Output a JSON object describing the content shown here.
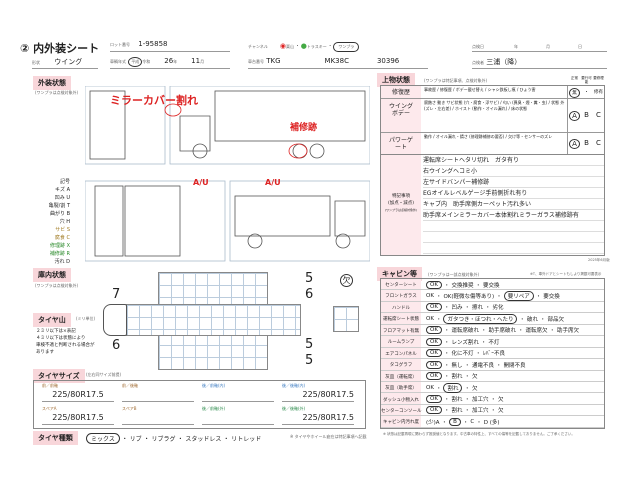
{
  "header": {
    "title": "② 内外装シート",
    "lot_label": "ロット番号",
    "lot": "1-95858",
    "type_label": "形状",
    "type": "ウイング",
    "year_label": "車輌年式",
    "era_heisei": "平成",
    "era_reiwa": "令和",
    "year": "26",
    "year_unit": "年",
    "month": "11",
    "month_unit": "月",
    "channel_label": "チャンネル",
    "channels": [
      "栗山",
      "トラスキー",
      "ワンプラ"
    ],
    "channel_selected": "ワンプラ",
    "model_label": "車台番号",
    "model_prefix": "TKG",
    "model": "MK38C",
    "serial": "30396",
    "date_label": "点検日",
    "date_y": "年",
    "date_m": "月",
    "date_d": "日",
    "inspector_label": "点検者",
    "inspector": "三浦（降）"
  },
  "exterior": {
    "tag": "外装状態",
    "note": "(ワンプラは点検対象外)",
    "annotations": [
      "ミラーカバー割れ",
      "補修跡",
      "A/U",
      "A/U"
    ],
    "legend_title": "記号",
    "legend": [
      {
        "k": "キズ",
        "v": "A",
        "c": "#222"
      },
      {
        "k": "凹み",
        "v": "U",
        "c": "#222"
      },
      {
        "k": "亀裂/割",
        "v": "T",
        "c": "#222"
      },
      {
        "k": "曲がり",
        "v": "B",
        "c": "#222"
      },
      {
        "k": "穴",
        "v": "H",
        "c": "#222"
      },
      {
        "k": "サビ",
        "v": "S",
        "c": "#a07a20"
      },
      {
        "k": "腐食",
        "v": "C",
        "c": "#a07a20"
      },
      {
        "k": "修理跡",
        "v": "X",
        "c": "#2a8a2a"
      },
      {
        "k": "補修跡",
        "v": "R",
        "c": "#2a8a2a"
      },
      {
        "k": "汚れ",
        "v": "D",
        "c": "#222"
      }
    ]
  },
  "interior": {
    "tag": "庫内状態",
    "note": "(ワンプラは点検対象外)"
  },
  "tread": {
    "tag": "タイヤ山",
    "unit": "(ミリ単位)",
    "note1": "２ミリ以下は×表記",
    "note2": "４ミリ以下は状態により",
    "note3": "車検不適と判断される場合が",
    "note4": "あります",
    "values": [
      "7",
      "6",
      "5",
      "6",
      "5",
      "5"
    ],
    "missing": "欠"
  },
  "tire_size": {
    "tag": "タイヤサイズ",
    "note": "(左右同サイズ前提)",
    "cells": [
      {
        "label": "前／前軸",
        "value": "225/80R17.5"
      },
      {
        "label": "前／後軸",
        "value": ""
      },
      {
        "label": "後／前軸(内)",
        "value": ""
      },
      {
        "label": "後／後軸(内)",
        "value": "225/80R17.5"
      },
      {
        "label": "スペアA",
        "value": "225/80R17.5"
      },
      {
        "label": "スペアB",
        "value": ""
      },
      {
        "label": "後／前軸(外)",
        "value": ""
      },
      {
        "label": "後／後軸(外)",
        "value": "225/80R17.5"
      }
    ]
  },
  "tire_type": {
    "tag": "タイヤ種類",
    "options": [
      "ミックス",
      "リブ",
      "リブラグ",
      "スタッドレス",
      "リトレッド"
    ],
    "selected": "ミックス",
    "note": "※ タイヤやホイール疵在は特記事項へ記載"
  },
  "upper": {
    "tag": "上物状態",
    "note": "(ワンプラは特記事項、点検対象外)",
    "cols": [
      "正常",
      "要行可能",
      "要修理"
    ],
    "rows": [
      {
        "label": "修復歴",
        "desc": "事故歴 / 修復歴 / ボデー載せ替え / シャシ鉄板し痕 / ひょう害",
        "choices": [
          "無",
          "・",
          "修有"
        ],
        "selected": 0
      },
      {
        "label": "ウイングボデー",
        "desc": "腐蝕さ 動き サビ状態 (穴・腐食・浮サビ) / 匂い (異臭・煙・糞・虫) / 状態 外(ズレ・左右差) / ホイスト (動作・オイル漏れ) / 床の状態",
        "choices": [
          "A",
          "B",
          "C"
        ],
        "selected": 0
      },
      {
        "label": "パワーゲート",
        "desc": "動作 / オイル漏れ・錆さ (修理跡補修の要否) / 欠け等・センサーのズレ",
        "choices": [
          "A",
          "B",
          "C"
        ],
        "selected": 0
      }
    ],
    "special_label": "特記事項",
    "special_sub": "(加点・減点)",
    "special_note": "(ワンプラは点検対象外)",
    "special": [
      "運転席シートヘタリ切れ　ガタ有り",
      "右ウイングヘコミ小",
      "左サイドバンパー補修跡",
      "EGオイルレベルゲージ手前側折れ有り",
      "キャブ内　助手席側カーペット汚れ多い",
      "助手席メインミラーカバー本体割れミラーガラス補修跡有",
      "",
      "",
      ""
    ],
    "version": "2025年6月版"
  },
  "cabin": {
    "tag": "キャビン等",
    "note": "(ワンプラは一部点検対象外)",
    "note2": "※T、車外ドアとシートもしより掲載可要表示",
    "rows": [
      {
        "label": "センターシート",
        "opts": [
          "OK",
          "交換推奨",
          "要交換"
        ],
        "sel": [
          0
        ]
      },
      {
        "label": "フロントガラス",
        "opts": [
          "OK",
          "OK(軽微な傷等あり)",
          "要リペア",
          "要交換"
        ],
        "sel": [
          2
        ]
      },
      {
        "label": "ハンドル",
        "opts": [
          "OK",
          "凹み",
          "擦れ",
          "劣化"
        ],
        "sel": [
          0
        ]
      },
      {
        "label": "運転席シート状態",
        "opts": [
          "OK",
          "ガタつき・ほつれ・へたり",
          "破れ",
          "部品欠"
        ],
        "sel": [
          1
        ]
      },
      {
        "label": "フロアマット有無",
        "opts": [
          "OK",
          "運転席破れ",
          "助手席破れ",
          "運転席欠",
          "助手席欠"
        ],
        "sel": [
          0
        ]
      },
      {
        "label": "ルームランプ",
        "opts": [
          "OK",
          "レンズ割れ",
          "不灯"
        ],
        "sel": [
          0
        ]
      },
      {
        "label": "エアコンパネル",
        "opts": [
          "OK",
          "化に不灯",
          "ﾚﾊﾞｰ不良"
        ],
        "sel": [
          0
        ]
      },
      {
        "label": "タコグラフ",
        "opts": [
          "OK",
          "無し",
          "通電不良",
          "開閉不良"
        ],
        "sel": [
          0
        ]
      },
      {
        "label": "灰皿（運転席）",
        "opts": [
          "OK",
          "割れ",
          "欠"
        ],
        "sel": [
          0
        ]
      },
      {
        "label": "灰皿（助手席）",
        "opts": [
          "OK",
          "割れ",
          "欠"
        ],
        "sel": [
          1
        ]
      },
      {
        "label": "ダッシュ小物入れ",
        "opts": [
          "OK",
          "割れ",
          "加工穴",
          "欠"
        ],
        "sel": [
          0
        ]
      },
      {
        "label": "センターコンソール",
        "opts": [
          "OK",
          "割れ",
          "加工穴",
          "欠"
        ],
        "sel": [
          0
        ]
      },
      {
        "label": "キャビン内汚れ度",
        "opts": [
          "(少)A",
          "B",
          "C",
          "D (多)"
        ],
        "sel": [
          1
        ]
      }
    ],
    "footnote": "※ 状態は記載再現に関わらず推奨値となります。中古車の特性上、すべての傷等を記載しておりません。ご了承ください。"
  },
  "colors": {
    "tag_bg": "#f8d6da",
    "pink_col": "#fde9ec",
    "annotation": "#d22222",
    "grid": "#bbccdd"
  }
}
